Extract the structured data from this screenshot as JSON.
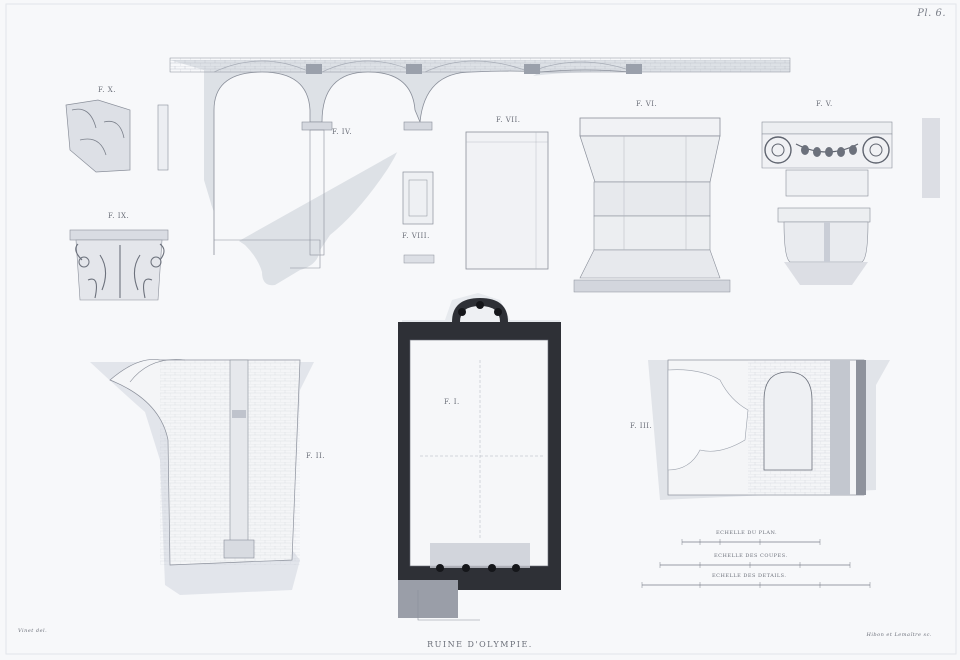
{
  "plate": {
    "number": "Pl. 6.",
    "caption": "RUINE D'OLYMPIE.",
    "signature_left": "Vinet del.",
    "signature_right": "Hibon et Lemaître sc."
  },
  "figures": {
    "f1": "F. I.",
    "f2": "F. II.",
    "f3": "F. III.",
    "f4": "F. IV.",
    "f5": "F. V.",
    "f6": "F. VI.",
    "f7": "F. VII.",
    "f8": "F. VIII.",
    "f9": "F. IX.",
    "fx": "F. X."
  },
  "scales": {
    "plan": "ECHELLE DU PLAN.",
    "coupes": "ECHELLE DES COUPES.",
    "details": "ECHELLE DES DETAILS."
  },
  "colors": {
    "paper": "#f7f8fa",
    "line": "#8a8f9a",
    "shade": "#c9cdd6",
    "wall": "#2e3036"
  }
}
